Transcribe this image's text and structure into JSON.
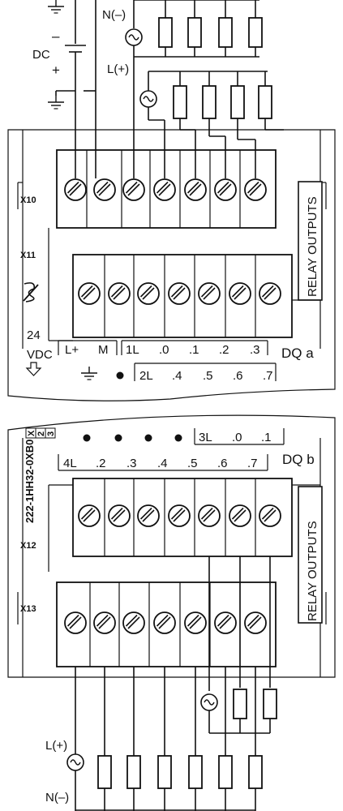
{
  "top_supply": {
    "dc_label": "DC",
    "minus": "–",
    "plus": "+",
    "n_label": "N(–)",
    "l_label": "L(+)"
  },
  "module_a": {
    "conn_x10": "X10",
    "conn_x11": "X11",
    "vdc_24": "24",
    "vdc_unit": "VDC",
    "side_label": "RELAY OUTPUTS",
    "group_label": "DQ a",
    "row1_terms": [
      "L+",
      "M",
      "1L",
      ".0",
      ".1",
      ".2",
      ".3"
    ],
    "row2_terms": [
      "2L",
      ".4",
      ".5",
      ".6",
      ".7"
    ]
  },
  "module_b": {
    "part_number": "222-1HH32-0XB0",
    "version_boxes": [
      "X",
      "2",
      "3"
    ],
    "conn_x12": "X12",
    "conn_x13": "X13",
    "side_label": "RELAY OUTPUTS",
    "group_label": "DQ b",
    "row1_terms": [
      "3L",
      ".0",
      ".1"
    ],
    "row2_terms": [
      "4L",
      ".2",
      ".3",
      ".4",
      ".5",
      ".6",
      ".7"
    ]
  },
  "bottom_supply": {
    "l_label": "L(+)",
    "n_label": "N(–)"
  },
  "icons": {
    "screw": "screw-terminal-icon",
    "ground": "ground-icon",
    "ac": "ac-source-icon",
    "load": "load-resistor-icon",
    "arrow": "down-arrow-icon",
    "esd": "esd-warning-icon"
  }
}
